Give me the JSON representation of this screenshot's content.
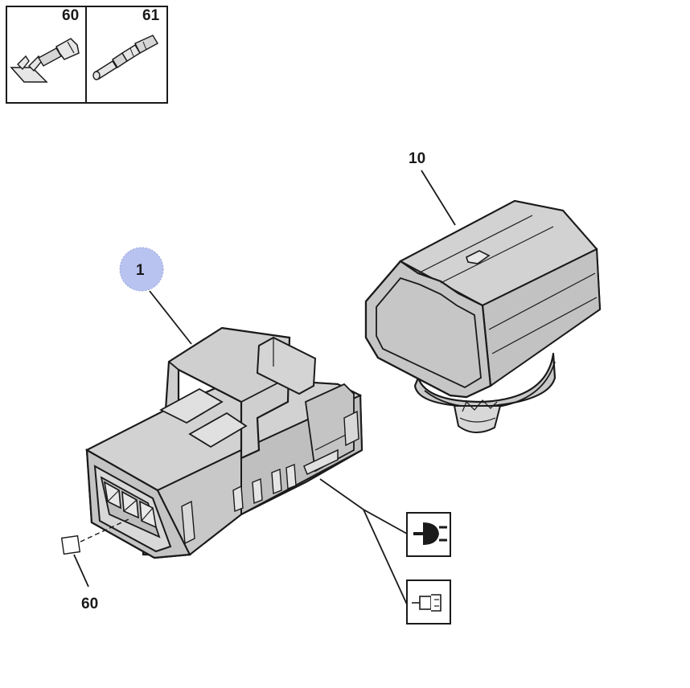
{
  "inset": {
    "left_label": "60",
    "right_label": "61"
  },
  "callouts": {
    "connector": "1",
    "sensor": "10",
    "terminal": "60"
  },
  "icons": {
    "plug": "plug-icon",
    "terminal_symbol": "terminal-icon"
  },
  "colors": {
    "part_gray": "#c9c9c9",
    "highlight_blue": "#b8c3f0",
    "line": "#1a1a1a"
  }
}
